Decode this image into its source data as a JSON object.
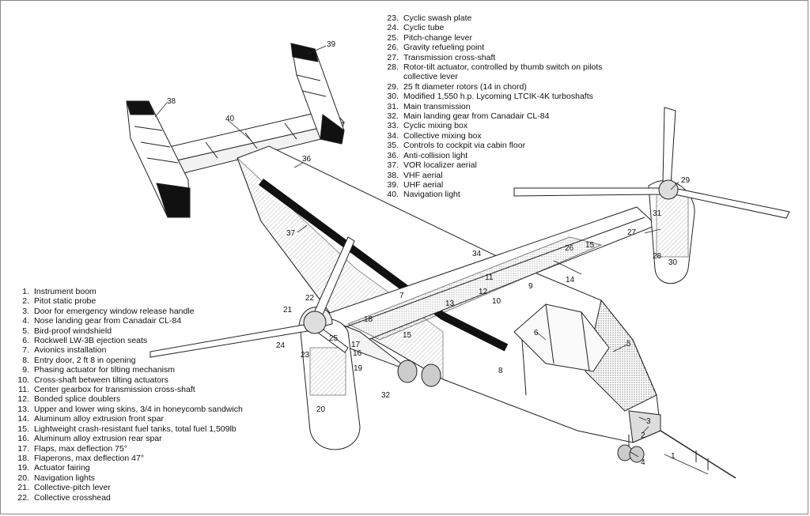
{
  "legend_left": [
    {
      "num": "1.",
      "text": "Instrument boom"
    },
    {
      "num": "2.",
      "text": "Pitot static probe"
    },
    {
      "num": "3.",
      "text": "Door for emergency window release handle"
    },
    {
      "num": "4.",
      "text": "Nose landing gear from Canadair CL-84"
    },
    {
      "num": "5.",
      "text": "Bird-proof windshield"
    },
    {
      "num": "6.",
      "text": "Rockwell LW-3B ejection seats"
    },
    {
      "num": "7.",
      "text": "Avionics installation"
    },
    {
      "num": "8.",
      "text": "Entry door, 2 ft 8 in opening"
    },
    {
      "num": "9.",
      "text": "Phasing actuator for tilting mechanism"
    },
    {
      "num": "10.",
      "text": "Cross-shaft between tilting actuators"
    },
    {
      "num": "11.",
      "text": "Center gearbox for transmission cross-shaft"
    },
    {
      "num": "12.",
      "text": "Bonded splice doublers"
    },
    {
      "num": "13.",
      "text": "Upper and lower wing skins, 3/4 in honeycomb sandwich"
    },
    {
      "num": "14.",
      "text": "Aluminum alloy extrusion front spar"
    },
    {
      "num": "15.",
      "text": "Lightweight crash-resistant fuel tanks, total fuel 1,509lb"
    },
    {
      "num": "16.",
      "text": "Aluminum alloy extrusion rear spar"
    },
    {
      "num": "17.",
      "text": "Flaps, max deflection 75°"
    },
    {
      "num": "18.",
      "text": "Flaperons, max deflection 47°"
    },
    {
      "num": "19.",
      "text": "Actuator fairing"
    },
    {
      "num": "20.",
      "text": "Navigation lights"
    },
    {
      "num": "21.",
      "text": "Collective-pitch lever"
    },
    {
      "num": "22.",
      "text": "Collective crosshead"
    }
  ],
  "legend_right": [
    {
      "num": "23.",
      "text": "Cyclic swash plate"
    },
    {
      "num": "24.",
      "text": "Cyclic tube"
    },
    {
      "num": "25.",
      "text": "Pitch-change lever"
    },
    {
      "num": "26.",
      "text": "Gravity refueling point"
    },
    {
      "num": "27.",
      "text": "Transmission cross-shaft"
    },
    {
      "num": "28.",
      "text": "Rotor-tilt actuator, controlled by thumb switch on pilots",
      "cont": "collective lever"
    },
    {
      "num": "29.",
      "text": "25 ft diameter rotors (14 in chord)"
    },
    {
      "num": "30.",
      "text": "Modified 1,550 h.p. Lycoming LTCIK-4K turboshafts"
    },
    {
      "num": "31.",
      "text": "Main transmission"
    },
    {
      "num": "32.",
      "text": "Main landing gear from Canadair CL-84"
    },
    {
      "num": "33.",
      "text": "Cyclic mixing box"
    },
    {
      "num": "34.",
      "text": "Collective mixing box"
    },
    {
      "num": "35.",
      "text": "Controls to cockpit via cabin floor"
    },
    {
      "num": "36.",
      "text": "Anti-collision light"
    },
    {
      "num": "37.",
      "text": "VOR localizer aerial"
    },
    {
      "num": "38.",
      "text": "VHF aerial"
    },
    {
      "num": "39.",
      "text": "UHF aerial"
    },
    {
      "num": "40.",
      "text": "Navigation light"
    }
  ],
  "callouts": {
    "c1": "1",
    "c2": "2",
    "c3": "3",
    "c4": "4",
    "c5": "5",
    "c6": "6",
    "c7": "7",
    "c8": "8",
    "c9": "9",
    "c10": "10",
    "c11": "11",
    "c12": "12",
    "c13": "13",
    "c14": "14",
    "c15a": "15",
    "c15b": "15",
    "c16": "16",
    "c17": "17",
    "c18": "18",
    "c19": "19",
    "c20": "20",
    "c21": "21",
    "c22": "22",
    "c23": "23",
    "c24": "24",
    "c25": "25",
    "c26": "26",
    "c27": "27",
    "c28": "28",
    "c29": "29",
    "c30": "30",
    "c31": "31",
    "c32": "32",
    "c34": "34",
    "c36": "36",
    "c37": "37",
    "c38": "38",
    "c39": "39",
    "c40": "40"
  }
}
